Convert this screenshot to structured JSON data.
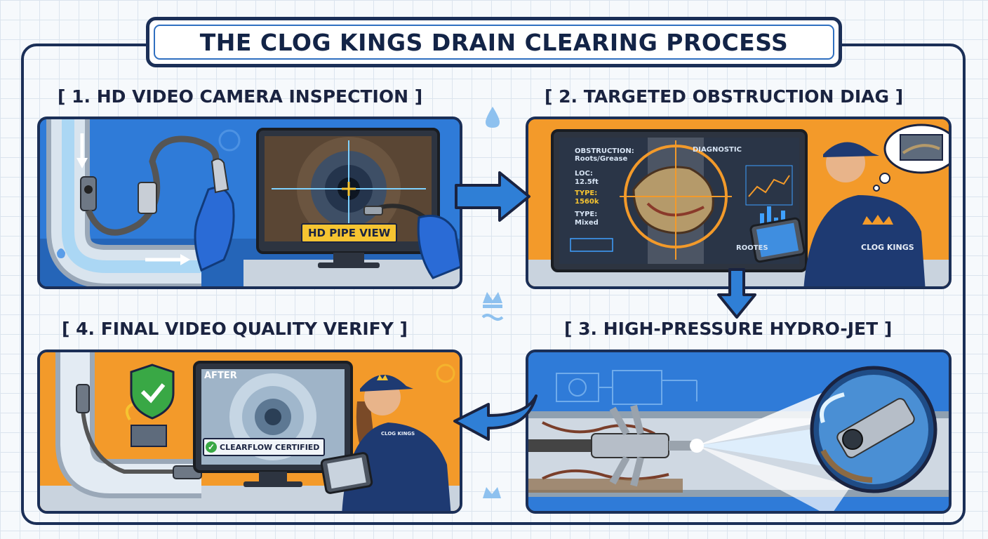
{
  "title": "THE CLOG KINGS DRAIN CLEARING PROCESS",
  "steps": [
    {
      "heading": "[ 1. HD VIDEO CAMERA INSPECTION ]",
      "screen_label": "HD PIPE VIEW"
    },
    {
      "heading": "[ 2. TARGETED OBSTRUCTION DIAG ]",
      "screen": {
        "obstruction_label": "OBSTRUCTION:",
        "obstruction_value": "Roots/Grease",
        "loc_label": "LOC:",
        "loc_value": "12.5ft",
        "type1_label": "TYPE:",
        "type1_value": "1560k",
        "type2_label": "TYPE:",
        "type2_value": "Mixed",
        "diagnostic": "DIAGNOSTIC",
        "roots": "ROOTES"
      },
      "uniform_text": "CLOG KINGS"
    },
    {
      "heading": "[ 3. HIGH-PRESSURE HYDRO-JET ]"
    },
    {
      "heading": "[ 4. FINAL VIDEO QUALITY VERIFY ]",
      "screen_after": "AFTER",
      "certified": "CLEARFLOW CERTIFIED",
      "uniform_text": "CLOG KINGS"
    }
  ],
  "icons": [
    "water-drop-icon",
    "crown-icon",
    "handshake-icon",
    "gear-icon",
    "shield-check-icon",
    "thought-bubble-icon"
  ],
  "colors": {
    "navy": "#1b2f57",
    "blue": "#2f7fd6",
    "orange": "#f39a2a",
    "accent_yellow": "#f6c431",
    "green": "#39a845"
  }
}
